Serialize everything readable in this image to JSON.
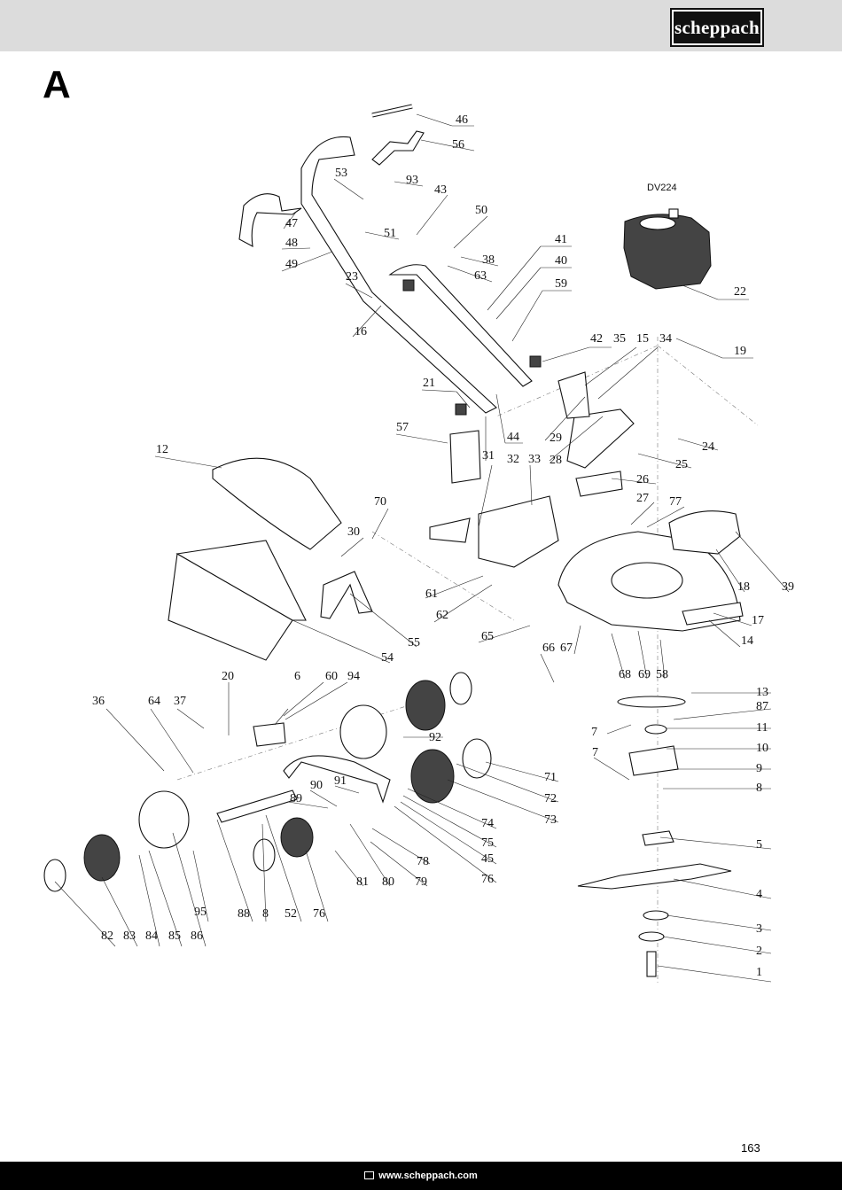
{
  "header": {
    "brand": "scheppach"
  },
  "section_letter": "A",
  "engine_model": "DV224",
  "part_labels": [
    "46",
    "56",
    "93",
    "43",
    "53",
    "50",
    "47",
    "48",
    "49",
    "51",
    "38",
    "63",
    "41",
    "40",
    "59",
    "23",
    "16",
    "22",
    "42",
    "35",
    "15",
    "34",
    "19",
    "21",
    "29",
    "28",
    "24",
    "25",
    "57",
    "44",
    "31",
    "32",
    "33",
    "26",
    "27",
    "77",
    "12",
    "70",
    "30",
    "61",
    "62",
    "18",
    "39",
    "17",
    "14",
    "65",
    "66",
    "67",
    "68",
    "69",
    "58",
    "55",
    "54",
    "20",
    "6",
    "60",
    "94",
    "36",
    "64",
    "37",
    "92",
    "13",
    "87",
    "7",
    "11",
    "10",
    "9",
    "8",
    "71",
    "72",
    "73",
    "89",
    "90",
    "91",
    "74",
    "75",
    "45",
    "76",
    "78",
    "79",
    "80",
    "81",
    "5",
    "4",
    "3",
    "2",
    "1",
    "95",
    "88",
    "52",
    "82",
    "83",
    "84",
    "85",
    "86"
  ],
  "page_number": "163",
  "footer": {
    "website": "www.scheppach.com"
  }
}
